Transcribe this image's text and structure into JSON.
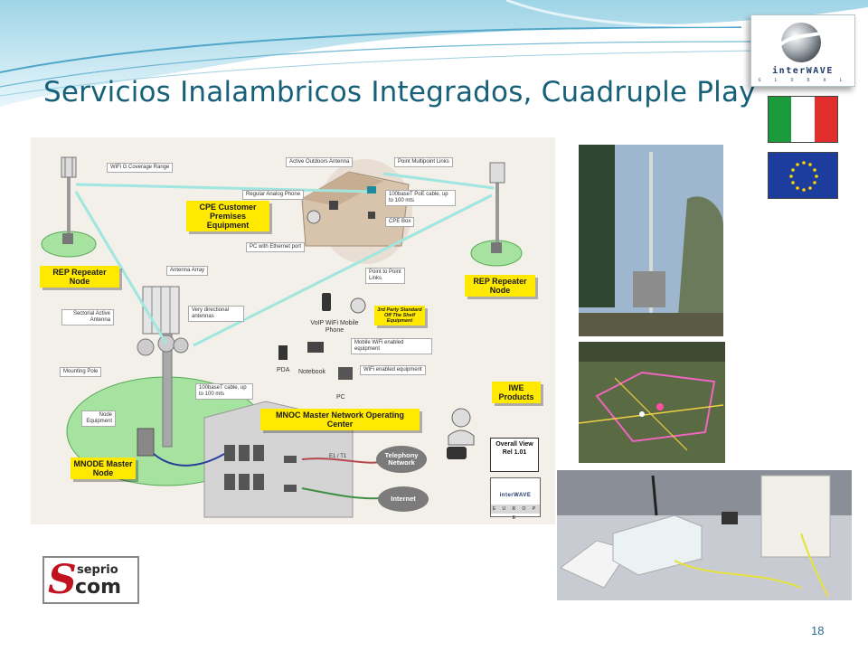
{
  "slide": {
    "title": "Servicios Inalambricos Integrados, Cuadruple Play",
    "page_number": "18",
    "title_color": "#17607a"
  },
  "logo": {
    "name": "interWAVE",
    "subtitle": "G L O B A L",
    "icon": "interwave-globe-logo"
  },
  "flags": [
    {
      "name": "Italy",
      "colors": [
        "#1a9a3b",
        "#ffffff",
        "#e22d2d"
      ]
    },
    {
      "name": "European Union",
      "colors": [
        "#1d3d9c",
        "#ffd200"
      ]
    }
  ],
  "diagram": {
    "labels": {
      "wifi_range": "WiFi G Coverage Range",
      "outdoor_antenna": "Active Outdoors Antenna",
      "point_multipoint": "Point Multipoint Links",
      "analog_phone": "Regular Analog Phone",
      "poe_cable": "100baseT PoE cable, up to 100 mts",
      "cpe_box": "CPE Box",
      "pc_ethernet": "PC with Ethernet port",
      "antenna_array": "Antenna Array",
      "point_point": "Point to Point Links",
      "sectorial_antenna": "Sectorial Active Antenna",
      "directional_antennas": "Very directional antennas",
      "voip_phone": "VoIP WiFi Mobile Phone",
      "mobile_wifi": "Mobile WiFi enabled equipment",
      "pda": "PDA",
      "notebook": "Notebook",
      "wifi_equipment": "WiFi enabled equipment",
      "pc": "PC",
      "mounting_pole": "Mounting Pole",
      "cable_100": "100baseT cable, up to 100 mts",
      "node_equipment": "Node Equipment",
      "e1": "E1 / T1"
    },
    "boxes": {
      "cpe": "CPE Customer Premises Equipment",
      "rep_left": "REP Repeater Node",
      "rep_right": "REP Repeater Node",
      "third_party": "3rd Party Standard Off The Shelf Equipment",
      "iwe": "IWE Products",
      "mnoc": "MNOC Master Network Operating Center",
      "mnode": "MNODE Master Node"
    },
    "clouds": {
      "telephony": "Telephony Network",
      "internet": "Internet"
    },
    "overall": "Overall View Rel 1.01",
    "iwe_logo": {
      "name": "interWAVE",
      "region": "E U R O P E"
    }
  },
  "photos": [
    {
      "name": "antenna-tower-photo"
    },
    {
      "name": "satellite-map-photo"
    },
    {
      "name": "equipment-devices-photo"
    }
  ],
  "partner_logo": {
    "top": "seprio",
    "bottom": "com",
    "mark": "S"
  }
}
